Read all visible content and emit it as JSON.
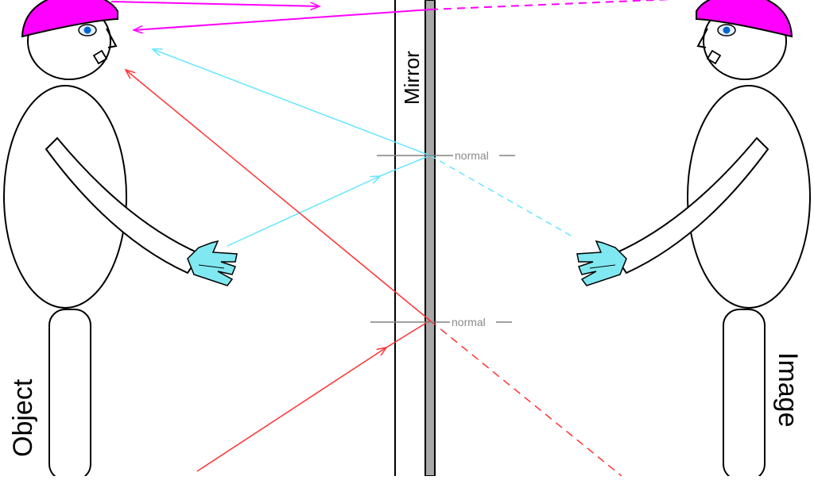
{
  "labels": {
    "object": "Object",
    "image": "Image",
    "mirror": "Mirror",
    "normal_upper": "normal",
    "normal_lower": "normal"
  },
  "colors": {
    "hat": "#ff00ff",
    "glove": "#80e8f0",
    "eye_iris": "#0066cc",
    "eye_white": "#e6f0ff",
    "ray_magenta": "#ff00ff",
    "ray_cyan": "#66e6ff",
    "ray_red": "#ff3333",
    "mirror_face": "#a8a8a8",
    "normal_line": "#808080",
    "outline": "#000000"
  },
  "icons": {
    "object_person": "person-figure",
    "image_person": "person-figure-mirrored"
  }
}
